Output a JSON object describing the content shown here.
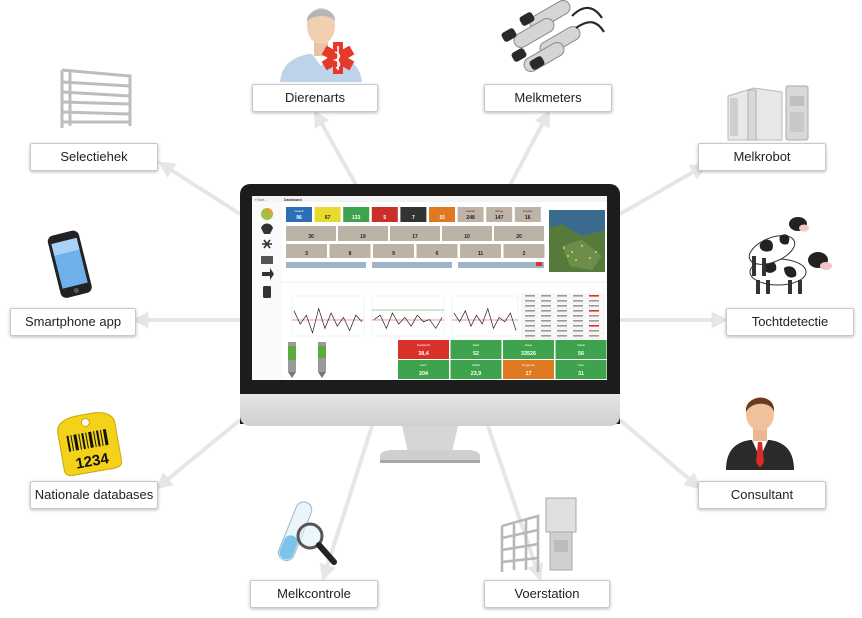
{
  "nodes": {
    "dierenarts": "Dierenarts",
    "melkmeters": "Melkmeters",
    "selectiehek": "Selectiehek",
    "melkrobot": "Melkrobot",
    "smartphone": "Smartphone app",
    "tochtdetectie": "Tochtdetectie",
    "nationale_databases": "Nationale databases",
    "consultant": "Consultant",
    "melkcontrole": "Melkcontrole",
    "voerstation": "Voerstation"
  },
  "dashboard": {
    "title": "Dashboard",
    "menu": "≡ Koe...",
    "top_tiles": [
      {
        "label": "Gereed",
        "value": "96",
        "color": "#2c6fb7"
      },
      {
        "label": "",
        "value": "67",
        "color": "#e8d92e"
      },
      {
        "label": "",
        "value": "133",
        "color": "#3fa34d"
      },
      {
        "label": "",
        "value": "5",
        "color": "#c9302c"
      },
      {
        "label": "",
        "value": "7",
        "color": "#333333"
      },
      {
        "label": "",
        "value": "15",
        "color": "#e07a22"
      },
      {
        "label": "Lactatie",
        "value": "248",
        "color": "#bfb3a8"
      },
      {
        "label": "Droog",
        "value": "147",
        "color": "#bfb3a8"
      },
      {
        "label": "Jongvee",
        "value": "16",
        "color": "#bfb3a8"
      }
    ],
    "mid_tiles": [
      "30",
      "19",
      "17",
      "10",
      "20"
    ],
    "mid_tiles2": [
      "3",
      "8",
      "9",
      "6",
      "11",
      "2"
    ],
    "bottom_tiles": [
      {
        "label": "Zoektocht",
        "value": "38,4",
        "color": "#d8322b"
      },
      {
        "label": "Eiwit",
        "value": "52",
        "color": "#3fa34d"
      },
      {
        "label": "Liters",
        "value": "33526",
        "color": "#3fa34d"
      },
      {
        "label": "Uitval",
        "value": "56",
        "color": "#3fa34d"
      },
      {
        "label": "Gem",
        "value": "204",
        "color": "#3fa34d"
      },
      {
        "label": "Afkalf",
        "value": "23,9",
        "color": "#3fa34d"
      },
      {
        "label": "Prognose",
        "value": "17",
        "color": "#e07a22"
      },
      {
        "label": "Voer",
        "value": "31",
        "color": "#3fa34d"
      }
    ],
    "tag_number": "1234"
  },
  "colors": {
    "arrow": "#e6e6e6",
    "label_border": "#c9c9c9"
  }
}
